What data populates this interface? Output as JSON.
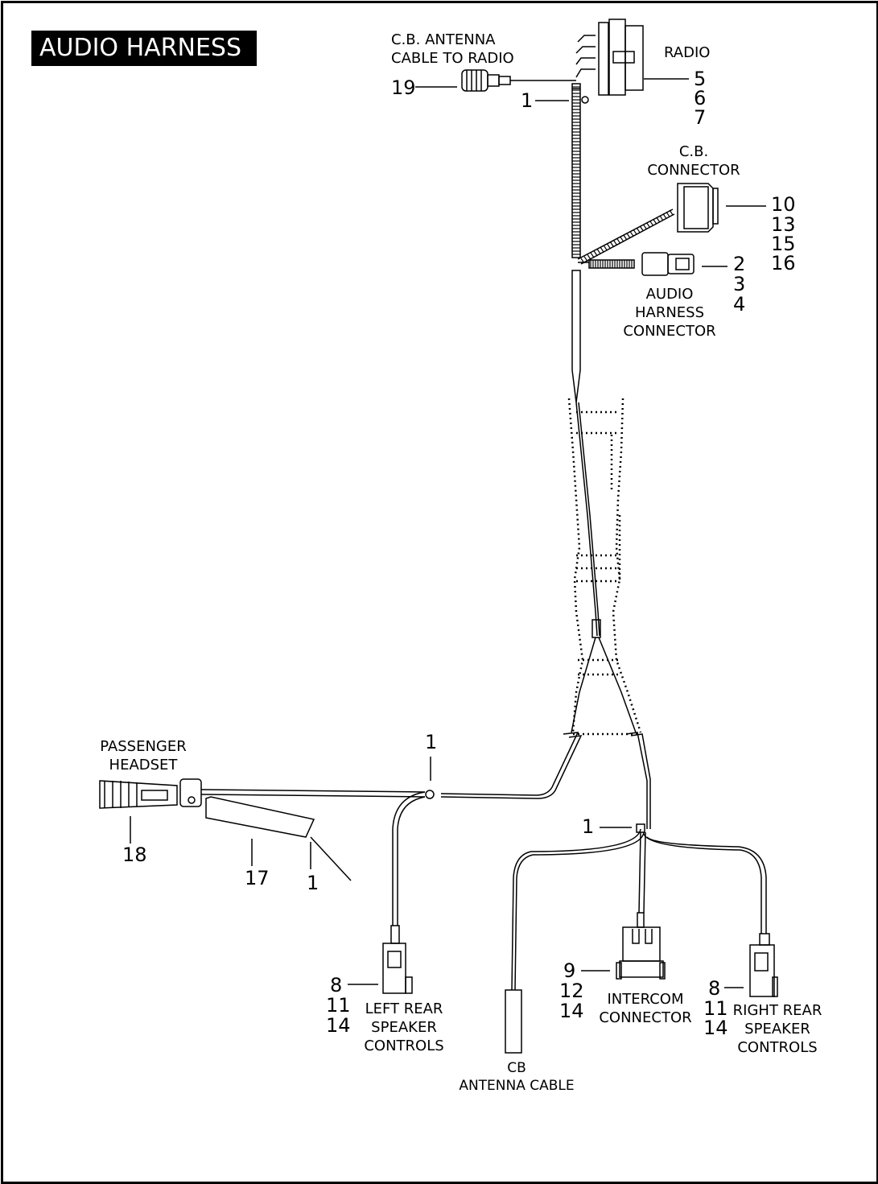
{
  "title": "AUDIO HARNESS",
  "labels": {
    "cb_antenna_cable_to_radio": "C.B. ANTENNA\nCABLE TO RADIO",
    "radio": "RADIO",
    "cb_connector": "C.B.\nCONNECTOR",
    "audio_harness_connector": "AUDIO\nHARNESS\nCONNECTOR",
    "passenger_headset": "PASSENGER\nHEADSET",
    "left_rear_speaker_controls": "LEFT REAR\nSPEAKER\nCONTROLS",
    "cb_antenna_cable": "CB\nANTENNA CABLE",
    "intercom_connector": "INTERCOM\nCONNECTOR",
    "right_rear_speaker_controls": "RIGHT REAR\nSPEAKER\nCONTROLS"
  },
  "callouts": {
    "antenna_19": "19",
    "clip_top_1": "1",
    "radio_nums": [
      "5",
      "6",
      "7"
    ],
    "cb_connector_nums": [
      "10",
      "13",
      "15",
      "16"
    ],
    "audio_connector_nums": [
      "2",
      "3",
      "4"
    ],
    "clip_mid_1": "1",
    "clip_right_1": "1",
    "headset_18": "18",
    "cover_17": "17",
    "tie_1": "1",
    "left_speaker_nums": [
      "8",
      "11",
      "14"
    ],
    "intercom_nums": [
      "9",
      "12",
      "14"
    ],
    "right_speaker_nums": [
      "8",
      "11",
      "14"
    ]
  }
}
